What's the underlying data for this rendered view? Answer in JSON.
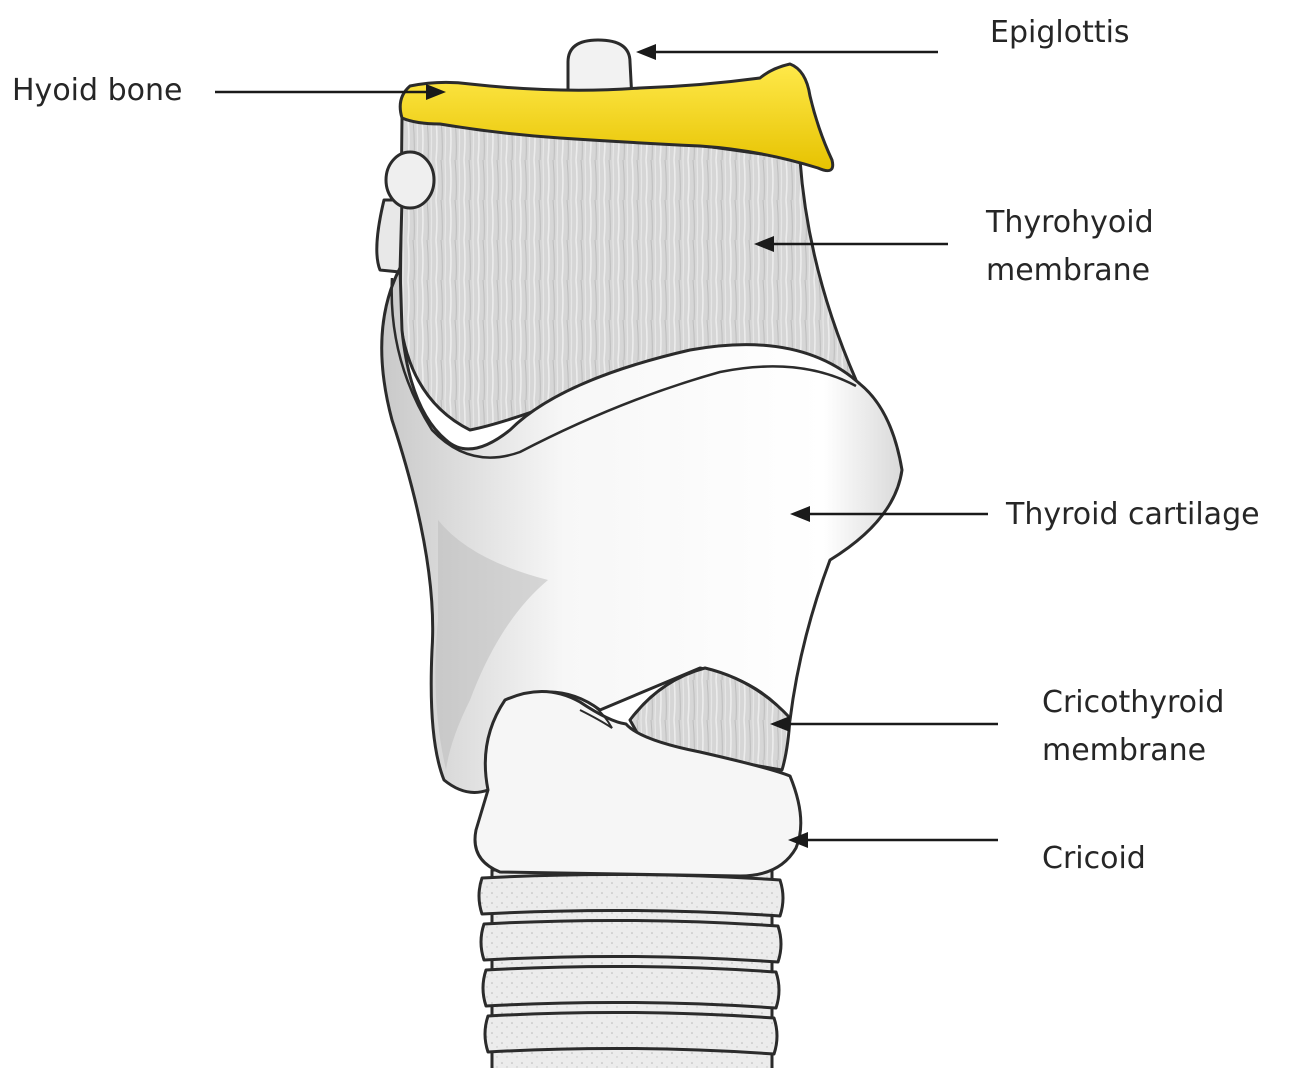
{
  "labels": {
    "epiglottis": "Epiglottis",
    "hyoid_bone": "Hyoid bone",
    "thyrohyoid_line1": "Thyrohyoid",
    "thyrohyoid_line2": "membrane",
    "thyroid_cartilage": "Thyroid cartilage",
    "cricothyroid_line1": "Cricothyroid",
    "cricothyroid_line2": "membrane",
    "cricoid": "Cricoid"
  },
  "colors": {
    "hyoid": "#f5d400",
    "membrane": "#d4d4d4",
    "cartilage": "#f4f4f4",
    "outline": "#2b2b2b"
  }
}
